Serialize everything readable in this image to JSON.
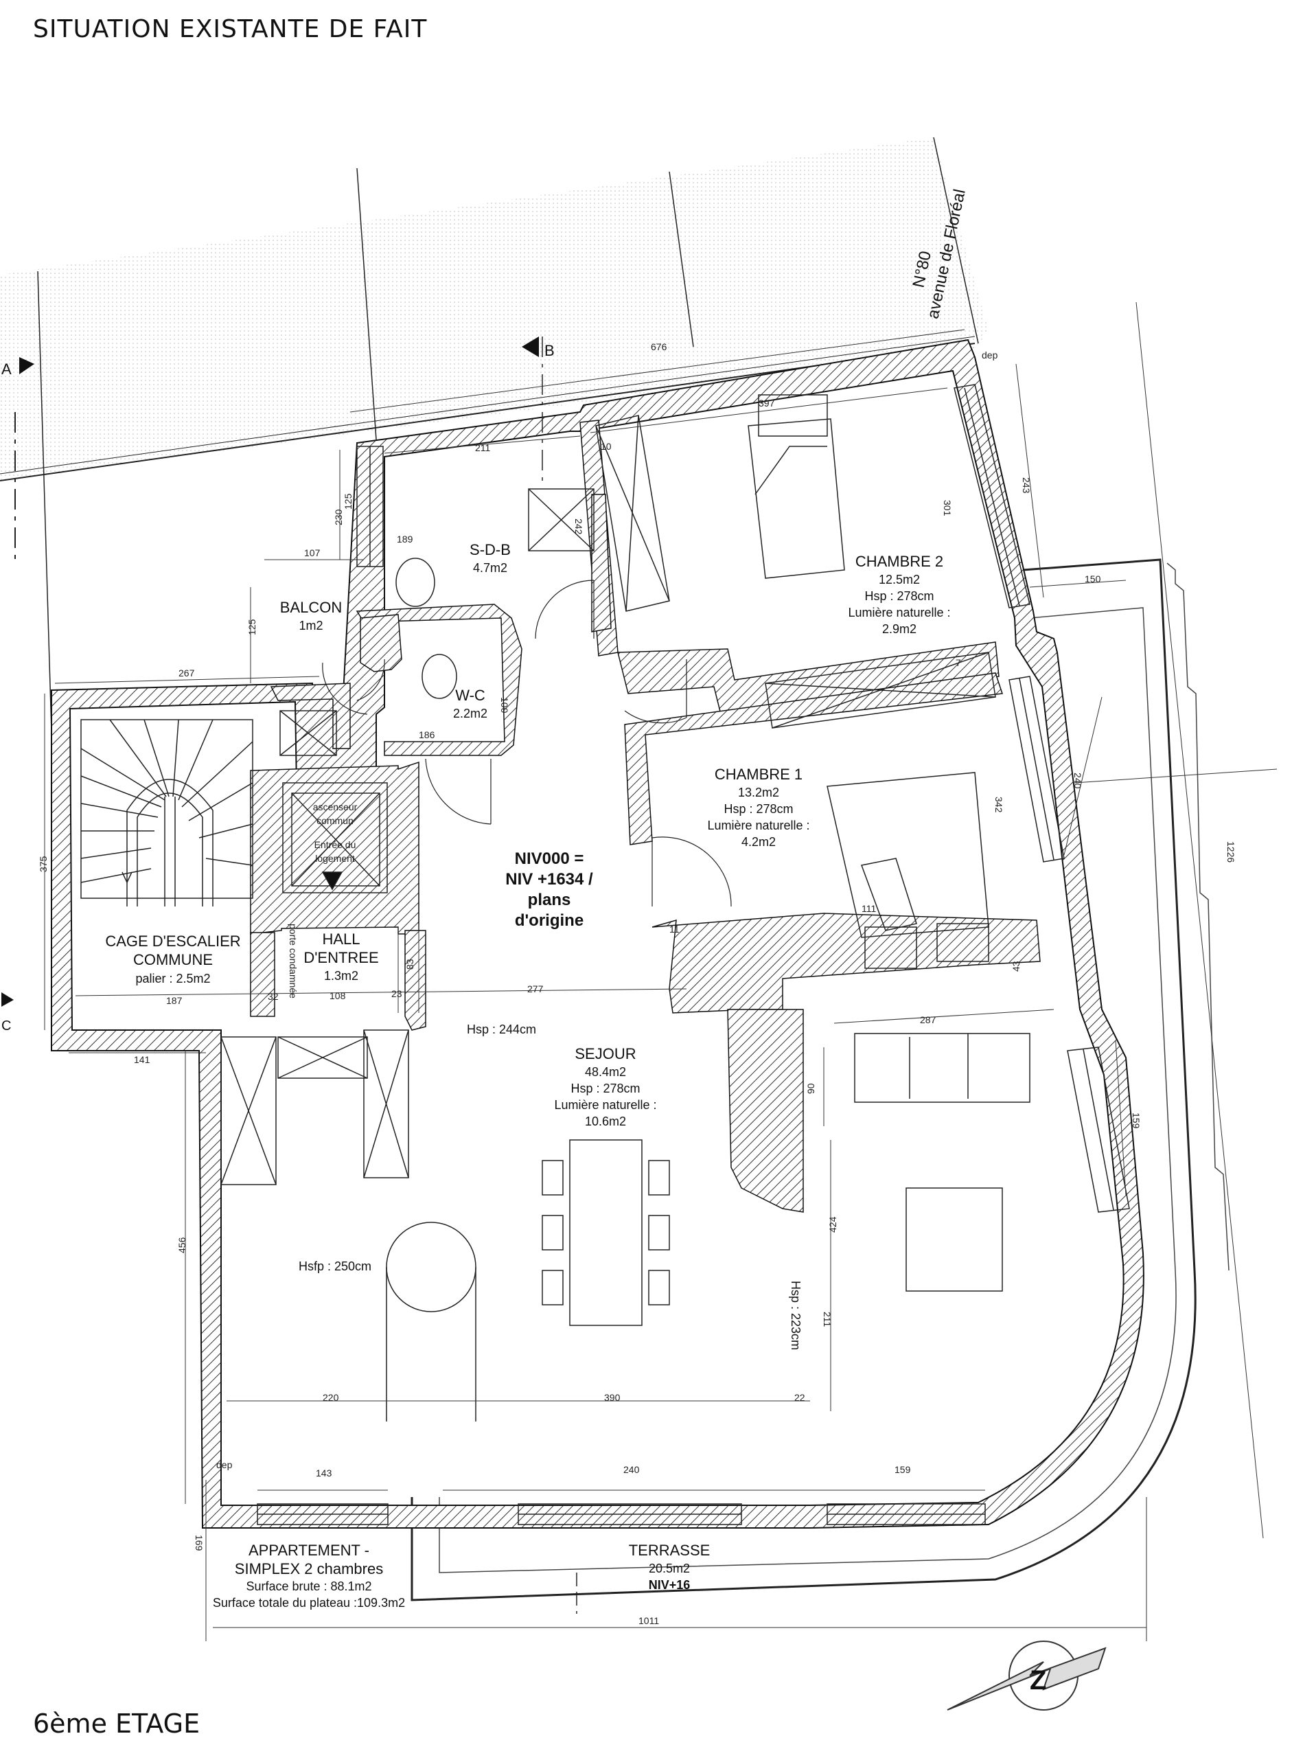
{
  "header": {
    "title": "SITUATION EXISTANTE DE FAIT"
  },
  "footer": {
    "floor_label": "6ème ETAGE"
  },
  "street": {
    "number": "N°80",
    "name": "avenue de Floréal"
  },
  "section_markers": {
    "a": "A",
    "b": "B",
    "c": "C"
  },
  "rooms": {
    "sdb": {
      "name": "S-D-B",
      "area": "4.7m2"
    },
    "chambre2": {
      "name": "CHAMBRE 2",
      "area": "12.5m2",
      "hsp": "Hsp : 278cm",
      "light_label": "Lumière naturelle :",
      "light": "2.9m2"
    },
    "balcon": {
      "name": "BALCON",
      "area": "1m2"
    },
    "wc": {
      "name": "W-C",
      "area": "2.2m2"
    },
    "chambre1": {
      "name": "CHAMBRE 1",
      "area": "13.2m2",
      "hsp": "Hsp : 278cm",
      "light_label": "Lumière naturelle :",
      "light": "4.2m2"
    },
    "lift": {
      "line1": "ascenseur",
      "line2": "commun",
      "line3": "Entrée du",
      "line4": "logement"
    },
    "level": {
      "line1": "NIV000 =",
      "line2": "NIV +1634 /",
      "line3": "plans",
      "line4": "d'origine"
    },
    "stair": {
      "line1": "CAGE D'ESCALIER",
      "line2": "COMMUNE",
      "sub": "palier : 2.5m2"
    },
    "hall": {
      "line1": "HALL",
      "line2": "D'ENTREE",
      "area": "1.3m2"
    },
    "door_note": "porte condamnée",
    "sejour": {
      "hsp_beam": "Hsp : 244cm",
      "name": "SEJOUR",
      "area": "48.4m2",
      "hsp": "Hsp : 278cm",
      "light_label": "Lumière naturelle :",
      "light": "10.6m2"
    },
    "hsfp": "Hsfp : 250cm",
    "hsp_right": "Hsp : 223cm",
    "terrasse": {
      "name": "TERRASSE",
      "area": "20.5m2",
      "level": "NIV+16"
    }
  },
  "summary": {
    "line1": "APPARTEMENT -",
    "line2": "SIMPLEX 2 chambres",
    "line3": "Surface brute : 88.1m2",
    "line4": "Surface totale du plateau :109.3m2"
  },
  "dep_label": "dep",
  "dimensions": {
    "d676": "676",
    "d397": "397",
    "d211": "211",
    "d10": "10",
    "d242": "242",
    "d301": "301",
    "d243": "243",
    "d125a": "125",
    "d230": "230",
    "d189": "189",
    "d107": "107",
    "d150": "150",
    "d125b": "125",
    "d267": "267",
    "d100": "100",
    "d186": "186",
    "d7": "7",
    "d240a": "240",
    "d342": "342",
    "d1226": "1226",
    "d375": "375",
    "d111": "111",
    "d11": "11",
    "d83": "83",
    "d187": "187",
    "d32": "32",
    "d108": "108",
    "d23": "23",
    "d277": "277",
    "d43": "43",
    "d287": "287",
    "d141": "141",
    "d90": "90",
    "d159a": "159",
    "d456": "456",
    "d424": "424",
    "d211b": "211",
    "d220": "220",
    "d390": "390",
    "d22": "22",
    "d143": "143",
    "d240b": "240",
    "d159b": "159",
    "d169": "169",
    "d1011": "1011"
  }
}
